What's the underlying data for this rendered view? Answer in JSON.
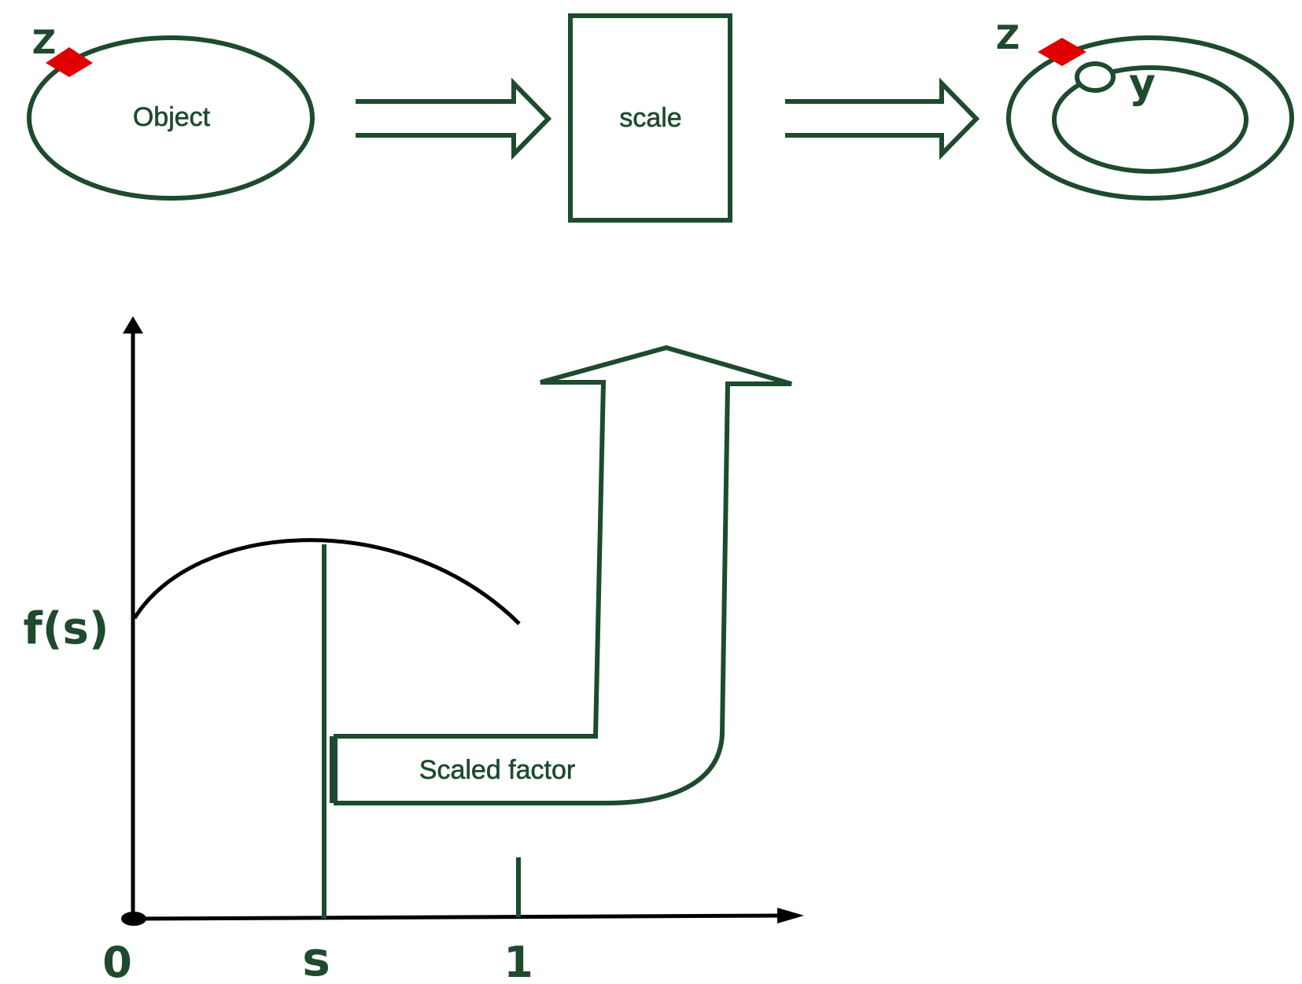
{
  "diagram": {
    "top_row": {
      "object_label": "Object",
      "object_point_label": "Z",
      "process_label": "scale",
      "result_outer_point_label": "Z",
      "result_inner_point_label": "y"
    },
    "graph": {
      "y_axis_label": "f(s)",
      "x_origin_label": "0",
      "x_s_label": "s",
      "x_one_label": "1",
      "callout_label": "Scaled factor"
    },
    "colors": {
      "stroke": "#1e4a2e",
      "axis": "#000000",
      "marker": "#e00000",
      "background": "#ffffff"
    }
  }
}
